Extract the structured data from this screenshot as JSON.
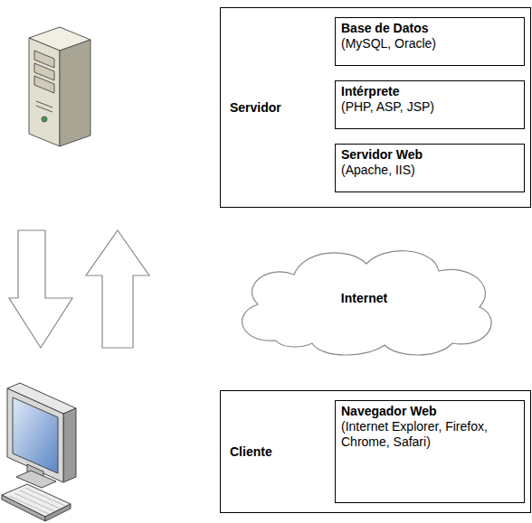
{
  "diagram": {
    "nodes": [
      {
        "text": [
          "Servidor"
        ]
      },
      {
        "text": [
          "Base de Datos",
          "(MySQL, Oracle)"
        ],
        "in": 0
      },
      {
        "text": [
          "Intérprete",
          "(PHP, ASP, JSP)"
        ],
        "in": 0
      },
      {
        "text": [
          "Servidor Web",
          "(Apache, IIS)"
        ],
        "in": 0
      },
      {
        "text": [
          "Internet"
        ]
      },
      {
        "text": [
          "Cliente"
        ]
      },
      {
        "text": [
          "Navegador Web",
          "(Internet Explorer, Firefox, Chrome, Safari)"
        ],
        "in": 5
      }
    ]
  }
}
